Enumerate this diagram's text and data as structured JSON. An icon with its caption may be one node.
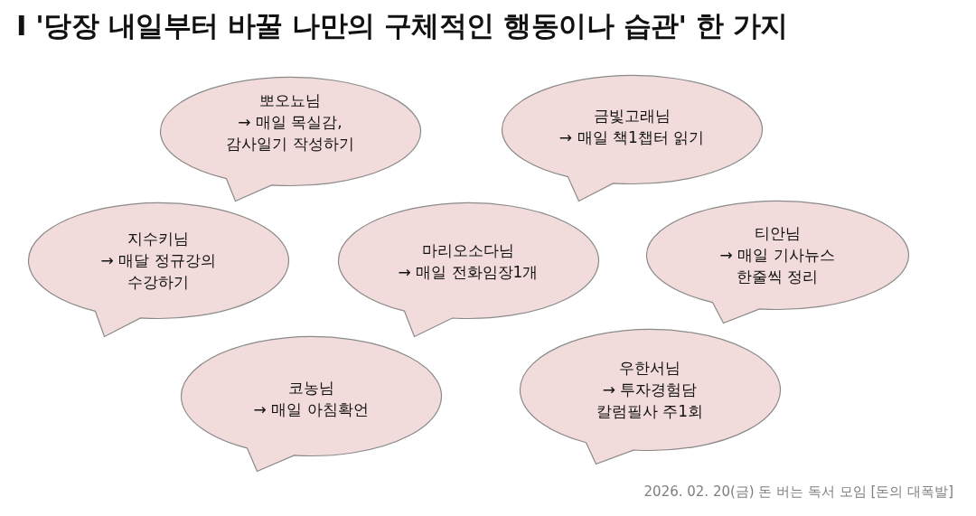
{
  "diagram": {
    "title": "I '당장 내일부터 바꿀 나만의 구체적인 행동이나 습관' 한 가지",
    "nodes": [
      {
        "text": [
          "뽀오뇨님",
          "→ 매일 목실감, 감사일기 작성하기"
        ]
      },
      {
        "text": [
          "금빛고래님",
          "→ 매일 책1챕터 읽기"
        ]
      },
      {
        "text": [
          "지수키님",
          "→ 매달 정규강의 수강하기"
        ]
      },
      {
        "text": [
          "마리오소다님",
          "→ 매일 전화임장1개"
        ]
      },
      {
        "text": [
          "티안님",
          "→ 매일 기사뉴스 한줄씩 정리"
        ]
      },
      {
        "text": [
          "코농님",
          "→ 매일 아침확언"
        ]
      },
      {
        "text": [
          "우한서님",
          "→ 투자경험담 칼럼필사 주1회"
        ]
      }
    ],
    "labels": [
      "2026. 02. 20(금) 돈 버는 독서 모임 [돈의 대폭발]"
    ]
  }
}
